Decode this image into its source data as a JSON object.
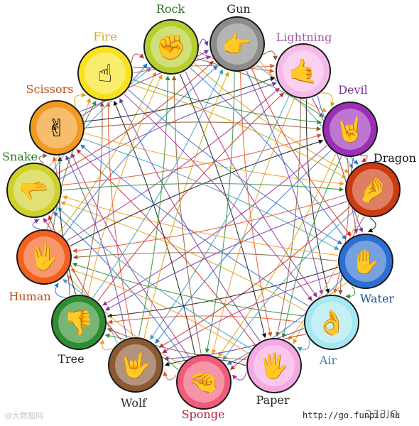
{
  "diagram": {
    "nodes": [
      {
        "id": "rock",
        "label": "Rock",
        "color": "#b7cf2e",
        "label_color": "#2f6b1f",
        "icon": "fist-icon"
      },
      {
        "id": "gun",
        "label": "Gun",
        "color": "#8c8c8c",
        "label_color": "#222222",
        "icon": "finger-gun-icon"
      },
      {
        "id": "lightning",
        "label": "Lightning",
        "color": "#f6b9ea",
        "label_color": "#a05aa6",
        "icon": "lightning-hand-icon"
      },
      {
        "id": "devil",
        "label": "Devil",
        "color": "#9b2fb8",
        "label_color": "#7a2b8f",
        "icon": "horns-hand-icon"
      },
      {
        "id": "dragon",
        "label": "Dragon",
        "color": "#cc3b12",
        "label_color": "#111111",
        "icon": "dragon-hand-icon"
      },
      {
        "id": "water",
        "label": "Water",
        "color": "#2d6fd1",
        "label_color": "#1d4f9a",
        "icon": "cupped-hand-icon"
      },
      {
        "id": "air",
        "label": "Air",
        "color": "#a6e8f2",
        "label_color": "#3c7fa6",
        "icon": "ok-hand-icon"
      },
      {
        "id": "paper",
        "label": "Paper",
        "color": "#f5a9e3",
        "label_color": "#222222",
        "icon": "flat-hand-icon"
      },
      {
        "id": "sponge",
        "label": "Sponge",
        "color": "#f15c7a",
        "label_color": "#b8193c",
        "icon": "bunched-hand-icon"
      },
      {
        "id": "wolf",
        "label": "Wolf",
        "color": "#8a5a35",
        "label_color": "#2a2a2a",
        "icon": "wolf-hand-icon"
      },
      {
        "id": "tree",
        "label": "Tree",
        "color": "#2f8e2f",
        "label_color": "#1f1f1f",
        "icon": "thumb-down-icon"
      },
      {
        "id": "human",
        "label": "Human",
        "color": "#f4601f",
        "label_color": "#c1471a",
        "icon": "walking-fingers-icon"
      },
      {
        "id": "snake",
        "label": "Snake",
        "color": "#cfd12a",
        "label_color": "#2a7a1f",
        "icon": "snake-hand-icon"
      },
      {
        "id": "scissors",
        "label": "Scissors",
        "color": "#f29a1f",
        "label_color": "#b85413",
        "icon": "victory-hand-icon"
      },
      {
        "id": "fire",
        "label": "Fire",
        "color": "#f7e21f",
        "label_color": "#d6a618",
        "icon": "three-fingers-icon"
      }
    ]
  },
  "watermark": {
    "left_text": "@大数据网",
    "right_text": "http://go.funpic.hu",
    "logo_text": "ƆƎƎIO"
  }
}
